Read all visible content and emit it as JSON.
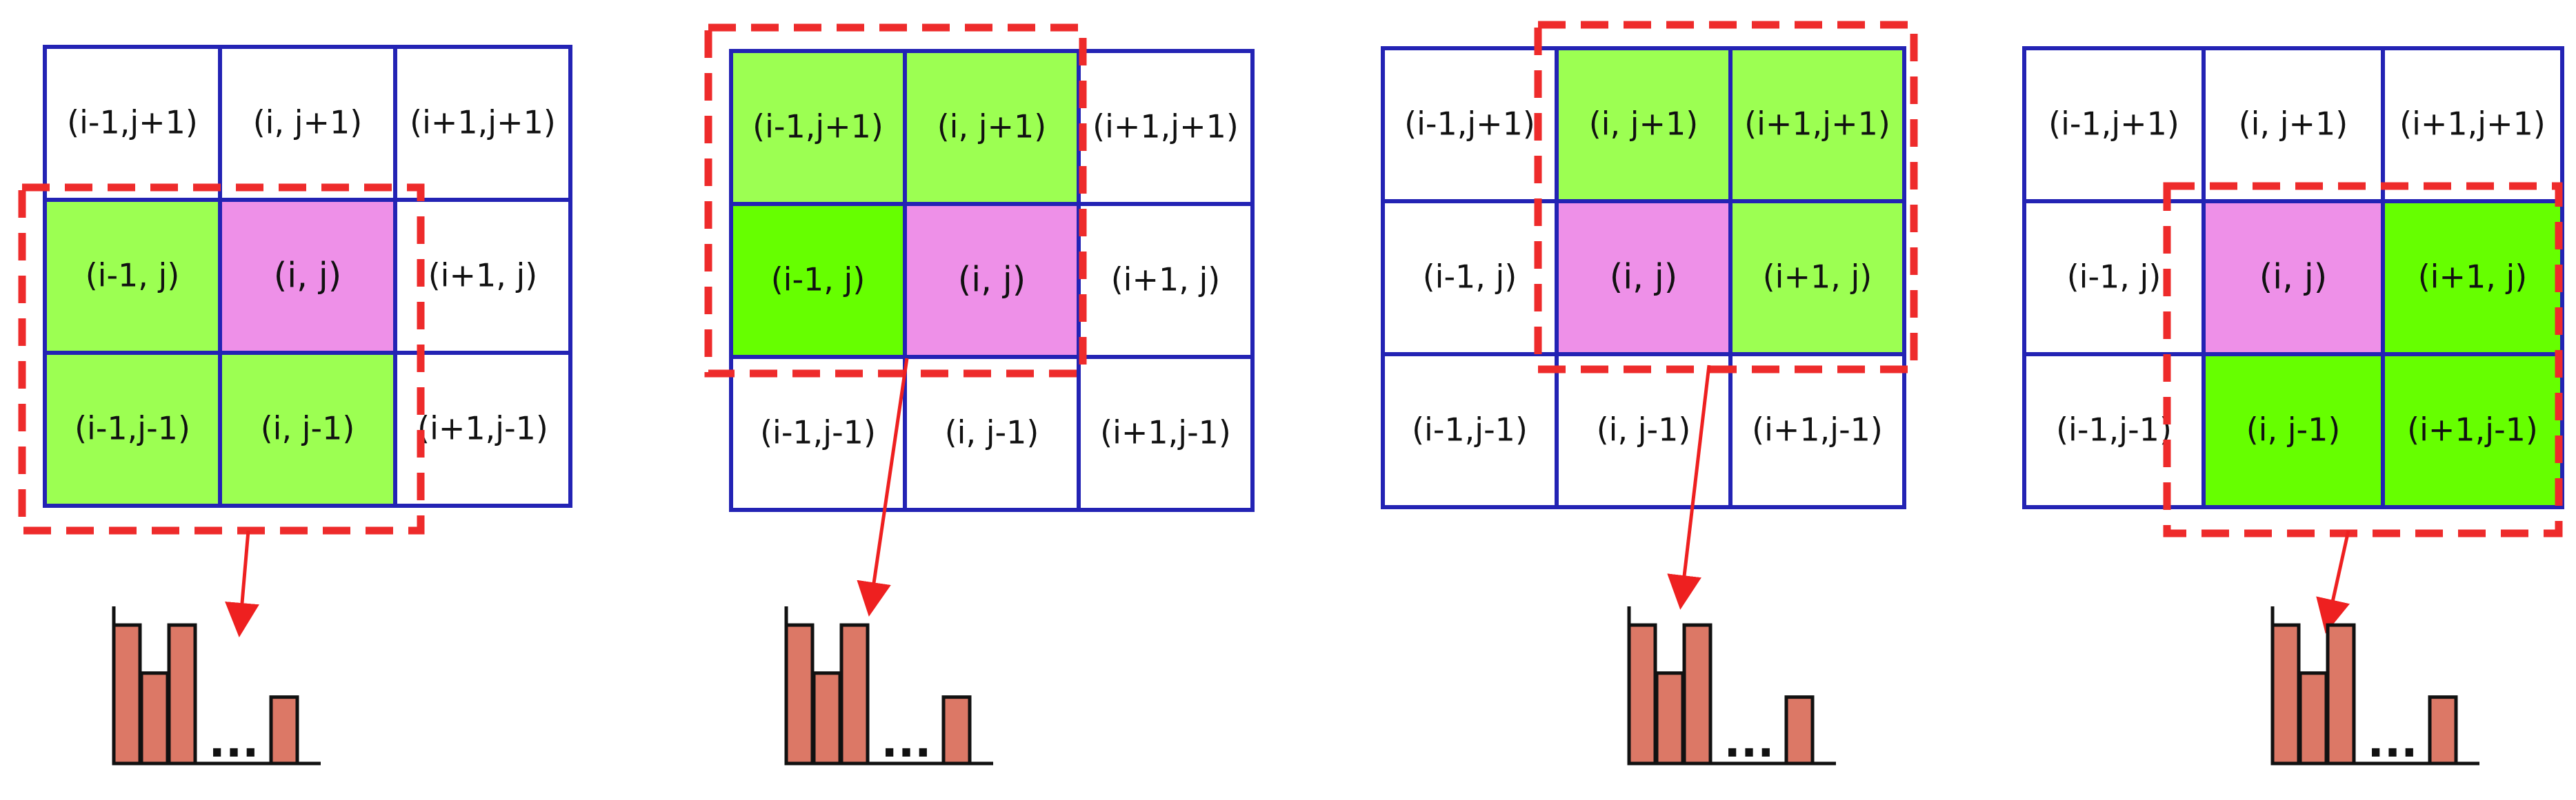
{
  "colors": {
    "grid_line": "#2323b4",
    "cell_white": "#ffffff",
    "cell_light_green": "#9cff52",
    "cell_bright_green": "#66ff00",
    "cell_pink": "#ee90e8",
    "dash": "#ee2b2b",
    "arrow": "#ee2020",
    "hist_bar": "#dc7866",
    "hist_stroke": "#111111",
    "text": "#111111"
  },
  "ellipsis": "...",
  "panels": [
    {
      "name": "lower-left",
      "cells": [
        [
          {
            "label": "(i-1,j+1)",
            "fill": "white"
          },
          {
            "label": "(i, j+1)",
            "fill": "white"
          },
          {
            "label": "(i+1,j+1)",
            "fill": "white"
          }
        ],
        [
          {
            "label": "(i-1, j)",
            "fill": "light_green"
          },
          {
            "label": "(i, j)",
            "fill": "pink"
          },
          {
            "label": "(i+1, j)",
            "fill": "white"
          }
        ],
        [
          {
            "label": "(i-1,j-1)",
            "fill": "light_green"
          },
          {
            "label": "(i, j-1)",
            "fill": "light_green"
          },
          {
            "label": "(i+1,j-1)",
            "fill": "white"
          }
        ]
      ],
      "histogram": [
        0.98,
        0.64,
        0.98,
        0.47
      ]
    },
    {
      "name": "upper-left",
      "cells": [
        [
          {
            "label": "(i-1,j+1)",
            "fill": "light_green"
          },
          {
            "label": "(i, j+1)",
            "fill": "light_green"
          },
          {
            "label": "(i+1,j+1)",
            "fill": "white"
          }
        ],
        [
          {
            "label": "(i-1, j)",
            "fill": "bright_green"
          },
          {
            "label": "(i, j)",
            "fill": "pink"
          },
          {
            "label": "(i+1, j)",
            "fill": "white"
          }
        ],
        [
          {
            "label": "(i-1,j-1)",
            "fill": "white"
          },
          {
            "label": "(i, j-1)",
            "fill": "white"
          },
          {
            "label": "(i+1,j-1)",
            "fill": "white"
          }
        ]
      ],
      "histogram": [
        0.98,
        0.64,
        0.98,
        0.47
      ]
    },
    {
      "name": "upper-right",
      "cells": [
        [
          {
            "label": "(i-1,j+1)",
            "fill": "white"
          },
          {
            "label": "(i, j+1)",
            "fill": "light_green"
          },
          {
            "label": "(i+1,j+1)",
            "fill": "light_green"
          }
        ],
        [
          {
            "label": "(i-1, j)",
            "fill": "white"
          },
          {
            "label": "(i, j)",
            "fill": "pink"
          },
          {
            "label": "(i+1, j)",
            "fill": "light_green"
          }
        ],
        [
          {
            "label": "(i-1,j-1)",
            "fill": "white"
          },
          {
            "label": "(i, j-1)",
            "fill": "white"
          },
          {
            "label": "(i+1,j-1)",
            "fill": "white"
          }
        ]
      ],
      "histogram": [
        0.98,
        0.64,
        0.98,
        0.47
      ]
    },
    {
      "name": "lower-right",
      "cells": [
        [
          {
            "label": "(i-1,j+1)",
            "fill": "white"
          },
          {
            "label": "(i, j+1)",
            "fill": "white"
          },
          {
            "label": "(i+1,j+1)",
            "fill": "white"
          }
        ],
        [
          {
            "label": "(i-1, j)",
            "fill": "white"
          },
          {
            "label": "(i, j)",
            "fill": "pink"
          },
          {
            "label": "(i+1, j)",
            "fill": "bright_green"
          }
        ],
        [
          {
            "label": "(i-1,j-1)",
            "fill": "white"
          },
          {
            "label": "(i, j-1)",
            "fill": "bright_green"
          },
          {
            "label": "(i+1,j-1)",
            "fill": "bright_green"
          }
        ]
      ],
      "histogram": [
        0.98,
        0.64,
        0.98,
        0.47
      ]
    }
  ]
}
